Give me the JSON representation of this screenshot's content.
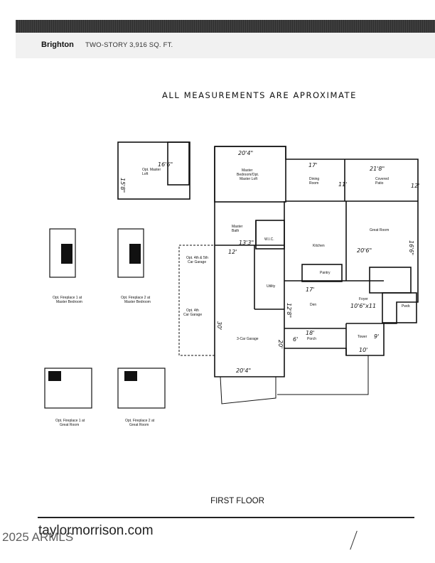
{
  "header": {
    "plan_name": "Brighton",
    "plan_subtitle": "TWO-STORY 3,916 SQ. FT."
  },
  "note": "ALL MEASUREMENTS ARE APROXIMATE",
  "rooms": {
    "master_bedroom": [
      "Master",
      "Bedroom/Opt.",
      "Master Loft"
    ],
    "opt_master_loft": [
      "Opt. Master",
      "Loft"
    ],
    "dining_room": [
      "Dining",
      "Room"
    ],
    "covered_patio": [
      "Covered",
      "Patio"
    ],
    "great_room": "Great Room",
    "master_bath": [
      "Master",
      "Bath"
    ],
    "wic": "W.I.C.",
    "kitchen": "Kitchen",
    "pantry": "Pantry",
    "utility": "Utility",
    "den": "Den",
    "foyer": "Foyer",
    "pwdr": "Pwdr.",
    "tower": "Tower",
    "porch": "Porch",
    "garage": "3-Car Garage",
    "opt_45_garage": [
      "Opt. 4th & 5th",
      "Car Garage"
    ],
    "opt_4_garage": [
      "Opt. 4th",
      "Car Garage"
    ]
  },
  "options": {
    "fireplace_1_master": [
      "Opt. Fireplace 1 at",
      "Master Bedroom"
    ],
    "fireplace_2_master": [
      "Opt. Fireplace 2 at",
      "Master Bedroom"
    ],
    "fireplace_1_great": [
      "Opt. Fireplace 1 at",
      "Great Room"
    ],
    "fireplace_2_great": [
      "Opt. Fireplace 2 at",
      "Great Room"
    ]
  },
  "measurements": {
    "loft_w": "16'6\"",
    "loft_d": "15'8\"",
    "master_w": "20'4\"",
    "dining_w": "17'",
    "dining_d": "11'",
    "patio_w": "21'8\"",
    "patio_d": "12'",
    "great_d": "16'6\"",
    "great_w": "20'6\"",
    "bath_w": "13'3\"",
    "bath_d": "12'",
    "den_w": "17'",
    "den_d": "12'8\"",
    "foyer": "10'6\"x11",
    "porch_w": "18'",
    "porch_d": "6'",
    "tower_w": "10'",
    "tower_d": "9'",
    "garage_d": "30'",
    "garage_d2": "20'",
    "garage_w": "20'4\""
  },
  "floor_caption": "FIRST FLOOR",
  "website": "taylormorrison.com",
  "copyright": "2025 ARMLS"
}
